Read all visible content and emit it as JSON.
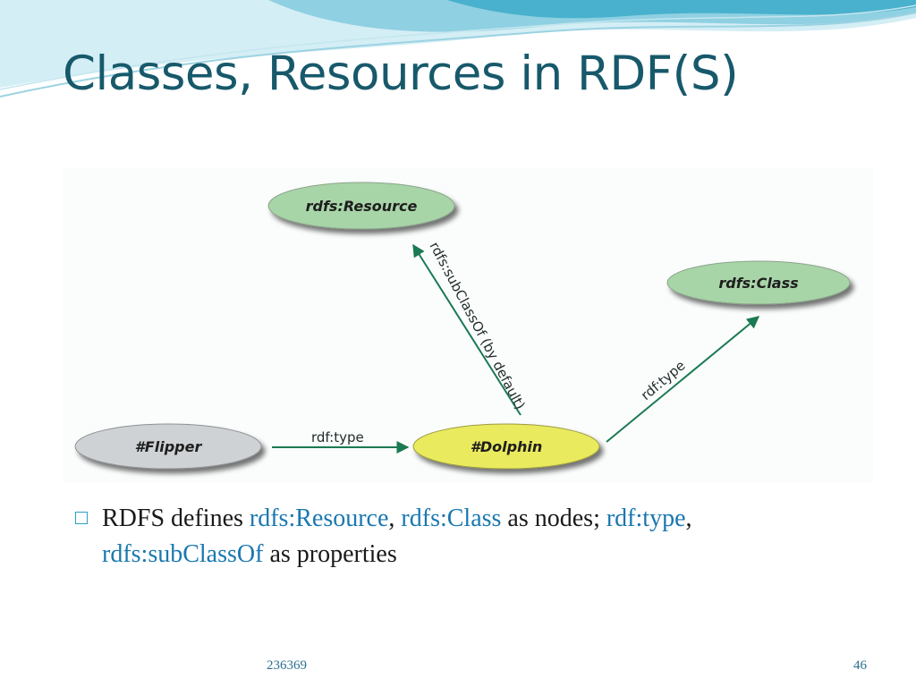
{
  "slide": {
    "title": "Classes, Resources in RDF(S)",
    "footer_code": "236369",
    "page_number": "46"
  },
  "diagram": {
    "nodes": {
      "resource": "rdfs:Resource",
      "class": "rdfs:Class",
      "flipper": "#Flipper",
      "dolphin": "#Dolphin"
    },
    "edges": {
      "flipper_to_dolphin": "rdf:type",
      "dolphin_to_resource": "rdfs:subClassOf (by default)",
      "dolphin_to_class": "rdf:type"
    },
    "colors": {
      "green_node": "#a8d5a8",
      "yellow_node": "#eaea5e",
      "gray_node": "#cfd2d4",
      "arrow": "#1a7a52"
    }
  },
  "bullet": {
    "t1": "RDFS defines ",
    "t2": "rdfs:Resource",
    "t3": ", ",
    "t4": "rdfs:Class",
    "t5": " as nodes; ",
    "t6": "rdf:type",
    "t7": ",",
    "t8": "rdfs:subClassOf",
    "t9": " as properties"
  }
}
